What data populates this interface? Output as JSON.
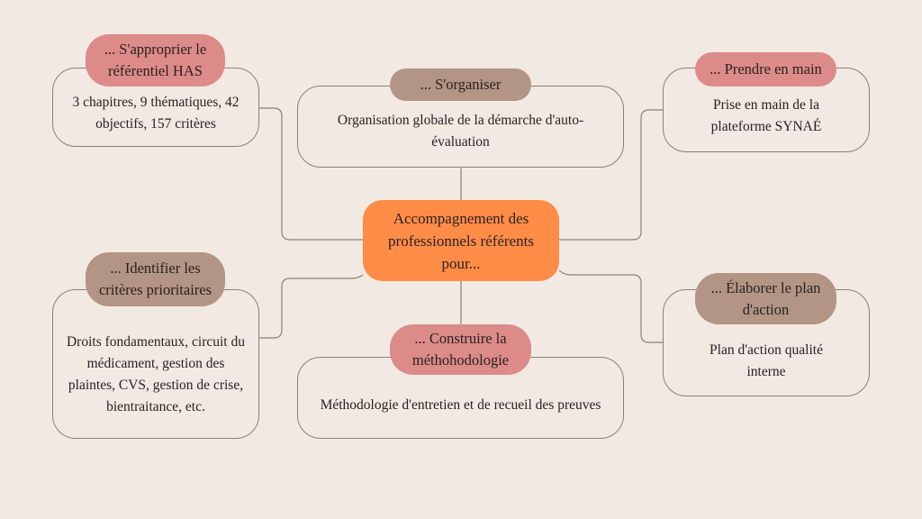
{
  "center": {
    "title": "Accompagnement des professionnels référents pour..."
  },
  "nodes": [
    {
      "label": "... S'approprier le référentiel HAS",
      "text": "3 chapitres, 9 thématiques, 42 objectifs, 157 critères"
    },
    {
      "label": "... S'organiser",
      "text": "Organisation globale de la démarche d'auto-évaluation"
    },
    {
      "label": "... Prendre en main",
      "text": "Prise en main de la plateforme SYNAÉ"
    },
    {
      "label": "... Identifier les critères prioritaires",
      "text": "Droits fondamentaux, circuit du médicament, gestion des plaintes, CVS, gestion de crise, bientraitance, etc."
    },
    {
      "label": "... Construire la méthohodologie",
      "text": "Méthodologie d'entretien et de recueil des preuves"
    },
    {
      "label": "... Élaborer le plan d'action",
      "text": "Plan d'action qualité interne"
    }
  ],
  "colors": {
    "background": "#f2e9e2",
    "center": "#ff8c47",
    "pink": "#dc8b89",
    "brown": "#b39585"
  }
}
